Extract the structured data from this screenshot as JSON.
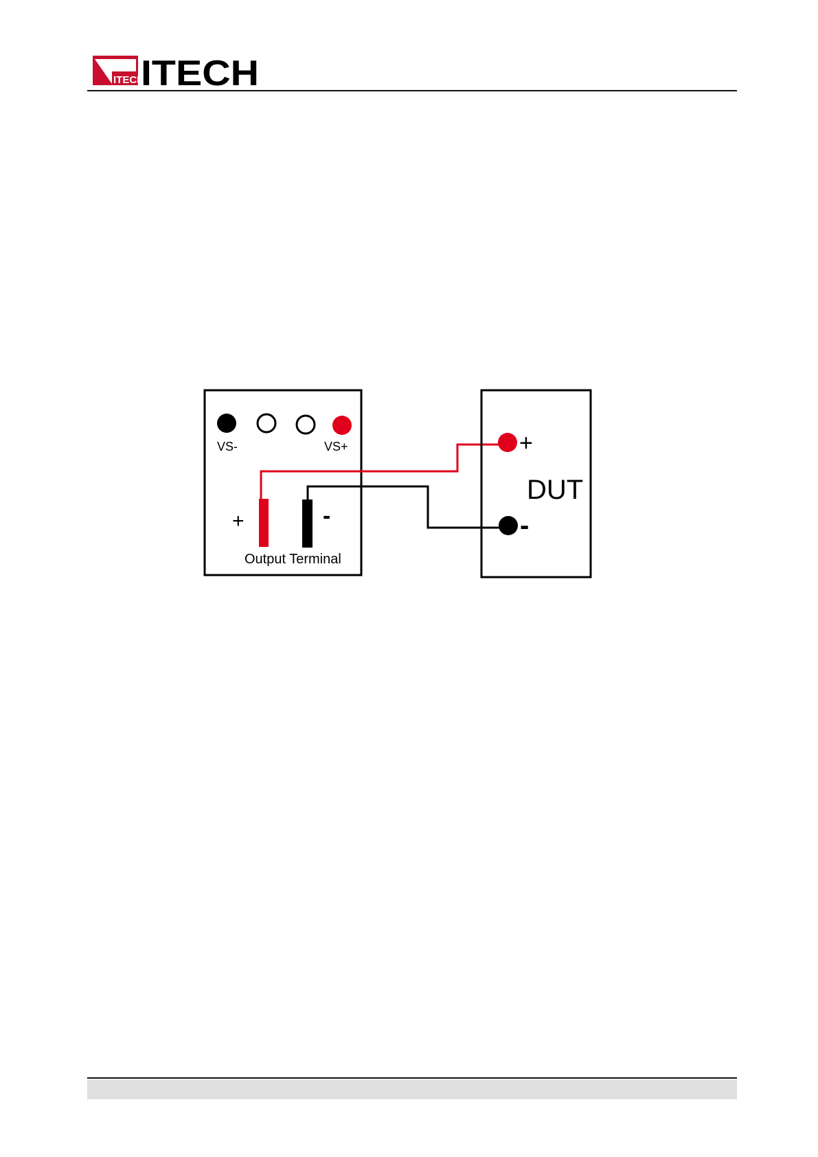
{
  "header": {
    "logo": {
      "brand_text": "ITECH",
      "badge_text": "ITECH",
      "brand_color": "#c8102e"
    }
  },
  "diagram": {
    "source_panel": {
      "vs_minus_label": "VS-",
      "vs_plus_label": "VS+",
      "plus_sign": "+",
      "minus_sign": "-",
      "output_terminal_label": "Output Terminal"
    },
    "dut_panel": {
      "title": "DUT",
      "plus_sign": "+",
      "minus_sign": "-"
    },
    "colors": {
      "positive": "#e0001b",
      "negative": "#000000"
    }
  }
}
